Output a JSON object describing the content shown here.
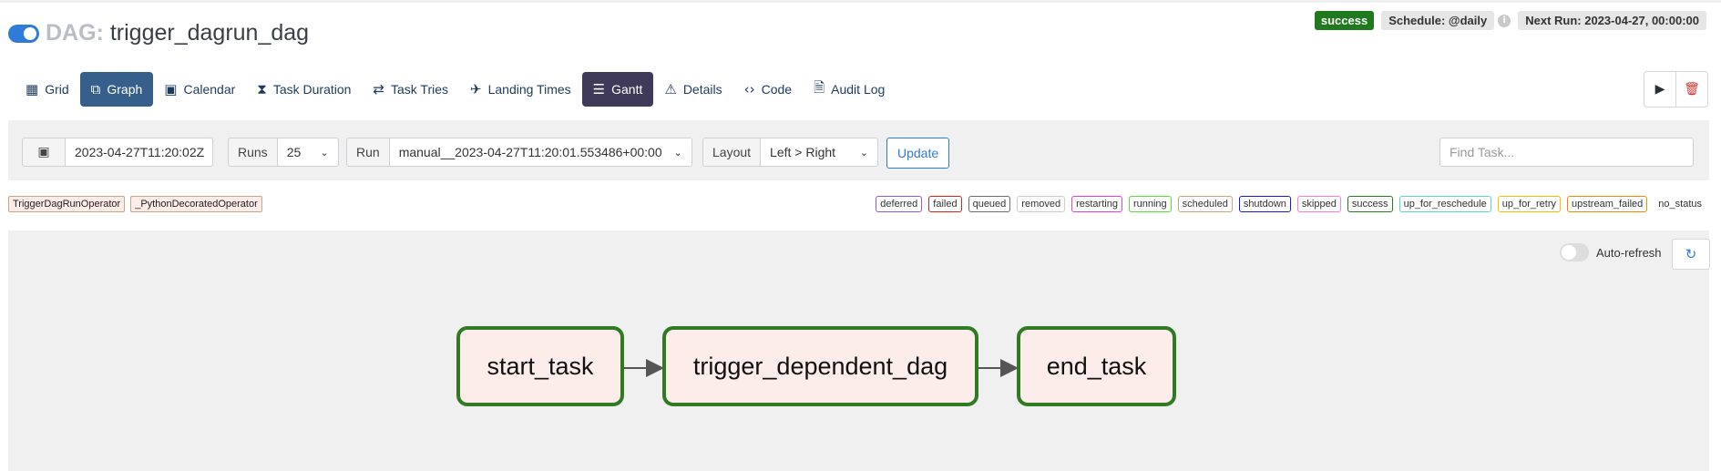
{
  "header": {
    "dag_prefix": "DAG:",
    "dag_name": "trigger_dagrun_dag",
    "status": "success",
    "schedule": "Schedule: @daily",
    "info_glyph": "i",
    "next_run": "Next Run: 2023-04-27, 00:00:00"
  },
  "tabs": [
    {
      "label": "Grid",
      "icon": "grid-icon"
    },
    {
      "label": "Graph",
      "icon": "graph-icon"
    },
    {
      "label": "Calendar",
      "icon": "calendar-icon"
    },
    {
      "label": "Task Duration",
      "icon": "hourglass-icon"
    },
    {
      "label": "Task Tries",
      "icon": "retry-icon"
    },
    {
      "label": "Landing Times",
      "icon": "landing-icon"
    },
    {
      "label": "Gantt",
      "icon": "gantt-icon"
    },
    {
      "label": "Details",
      "icon": "warning-icon"
    },
    {
      "label": "Code",
      "icon": "code-icon"
    },
    {
      "label": "Audit Log",
      "icon": "audit-icon"
    }
  ],
  "filters": {
    "base_date": "2023-04-27T11:20:02Z",
    "runs_label": "Runs",
    "runs_value": "25",
    "run_label": "Run",
    "run_value": "manual__2023-04-27T11:20:01.553486+00:00",
    "layout_label": "Layout",
    "layout_value": "Left > Right",
    "update_label": "Update",
    "find_placeholder": "Find Task..."
  },
  "operators": [
    "TriggerDagRunOperator",
    "_PythonDecoratedOperator"
  ],
  "states": [
    {
      "label": "deferred",
      "color": "#8a5cd6"
    },
    {
      "label": "failed",
      "color": "#e02020"
    },
    {
      "label": "queued",
      "color": "#6d6d6d"
    },
    {
      "label": "removed",
      "color": "#cccccc"
    },
    {
      "label": "restarting",
      "color": "#e040e0"
    },
    {
      "label": "running",
      "color": "#55e033"
    },
    {
      "label": "scheduled",
      "color": "#c8a57a"
    },
    {
      "label": "shutdown",
      "color": "#1a1adb"
    },
    {
      "label": "skipped",
      "color": "#f080e0"
    },
    {
      "label": "success",
      "color": "#2a7a22"
    },
    {
      "label": "up_for_reschedule",
      "color": "#55d6c8"
    },
    {
      "label": "up_for_retry",
      "color": "#f2c200"
    },
    {
      "label": "upstream_failed",
      "color": "#f28c00"
    },
    {
      "label": "no_status",
      "color": "#ffffff"
    }
  ],
  "graph": {
    "auto_refresh_label": "Auto-refresh",
    "nodes": [
      "start_task",
      "trigger_dependent_dag",
      "end_task"
    ],
    "node_border_color": "#2f7a22"
  }
}
